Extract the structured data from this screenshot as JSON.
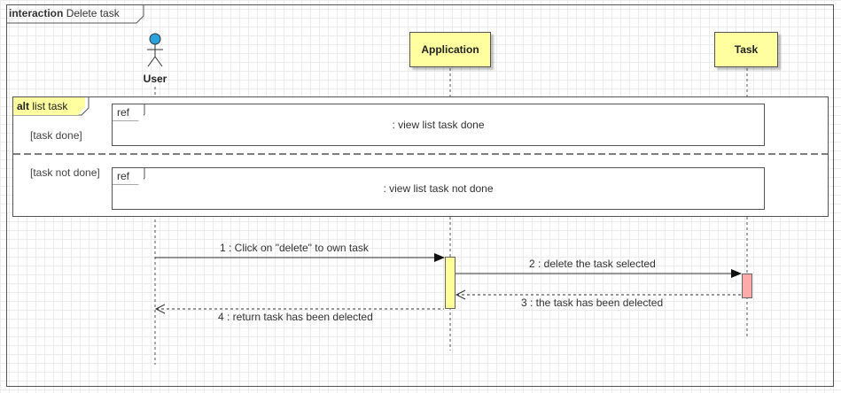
{
  "frame": {
    "keyword": "interaction",
    "name": "Delete task"
  },
  "actor": {
    "name": "User",
    "color": "#29a3e0"
  },
  "participants": [
    {
      "id": "application",
      "name": "Application"
    },
    {
      "id": "task",
      "name": "Task"
    }
  ],
  "alt": {
    "keyword": "alt",
    "label": "list task",
    "operands": [
      {
        "guard": "[task done]",
        "ref_keyword": "ref",
        "ref_text": ": view list task done"
      },
      {
        "guard": "[task not done]",
        "ref_keyword": "ref",
        "ref_text": ": view list task not done"
      }
    ]
  },
  "messages": [
    {
      "label": "1 : Click on \"delete\" to own task",
      "type": "sync"
    },
    {
      "label": "2 : delete the task selected",
      "type": "sync"
    },
    {
      "label": "3 : the task has been delected",
      "type": "return"
    },
    {
      "label": "4 : return task has been delected",
      "type": "return"
    }
  ],
  "colors": {
    "participant_fill": "#ffffa0",
    "application_activation": "#ffff99",
    "task_activation": "#ffaaaa",
    "line": "#333333"
  }
}
